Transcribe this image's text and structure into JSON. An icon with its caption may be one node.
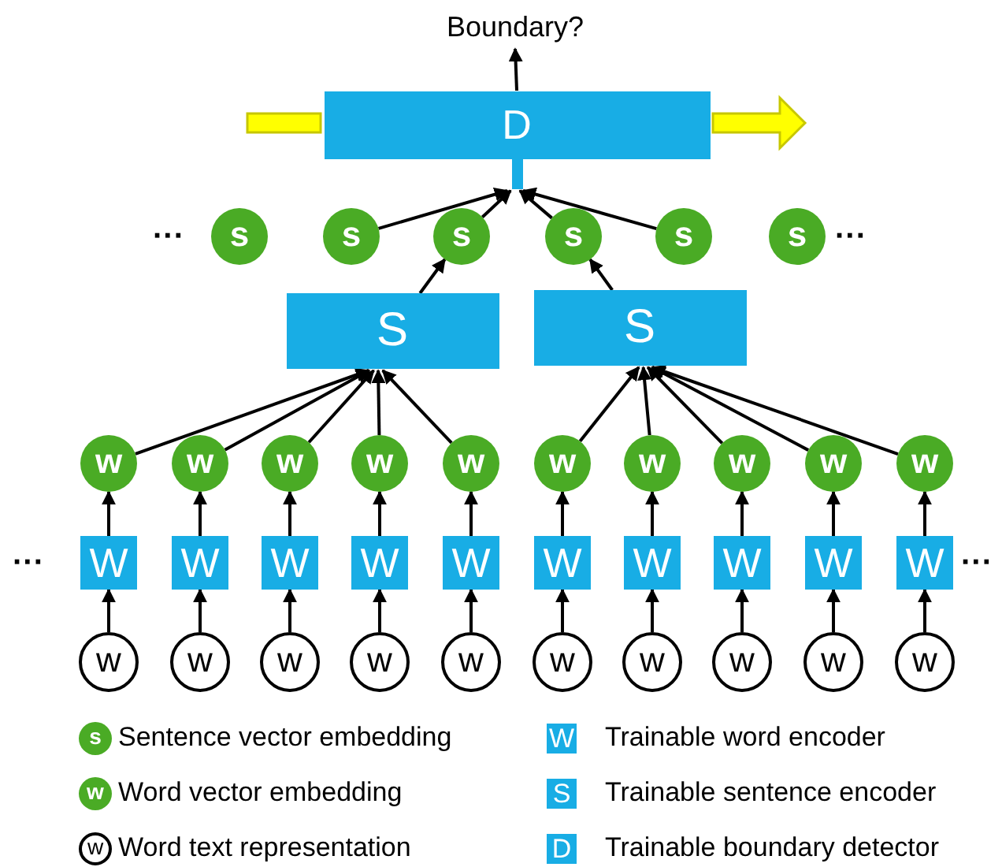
{
  "diagram": {
    "nodes": [
      {
        "text": [
          "Boundary?"
        ]
      },
      {
        "text": [
          "D"
        ]
      },
      {
        "text": [
          "s"
        ]
      },
      {
        "text": [
          "s"
        ]
      },
      {
        "text": [
          "s"
        ]
      },
      {
        "text": [
          "s"
        ]
      },
      {
        "text": [
          "s"
        ]
      },
      {
        "text": [
          "s"
        ]
      },
      {
        "text": [
          "S"
        ]
      },
      {
        "text": [
          "S"
        ]
      },
      {
        "text": [
          "w"
        ]
      },
      {
        "text": [
          "w"
        ]
      },
      {
        "text": [
          "w"
        ]
      },
      {
        "text": [
          "w"
        ]
      },
      {
        "text": [
          "w"
        ]
      },
      {
        "text": [
          "w"
        ]
      },
      {
        "text": [
          "w"
        ]
      },
      {
        "text": [
          "w"
        ]
      },
      {
        "text": [
          "w"
        ]
      },
      {
        "text": [
          "w"
        ]
      },
      {
        "text": [
          "W"
        ]
      },
      {
        "text": [
          "W"
        ]
      },
      {
        "text": [
          "W"
        ]
      },
      {
        "text": [
          "W"
        ]
      },
      {
        "text": [
          "W"
        ]
      },
      {
        "text": [
          "W"
        ]
      },
      {
        "text": [
          "W"
        ]
      },
      {
        "text": [
          "W"
        ]
      },
      {
        "text": [
          "W"
        ]
      },
      {
        "text": [
          "W"
        ]
      },
      {
        "text": [
          "w"
        ]
      },
      {
        "text": [
          "w"
        ]
      },
      {
        "text": [
          "w"
        ]
      },
      {
        "text": [
          "w"
        ]
      },
      {
        "text": [
          "w"
        ]
      },
      {
        "text": [
          "w"
        ]
      },
      {
        "text": [
          "w"
        ]
      },
      {
        "text": [
          "w"
        ]
      },
      {
        "text": [
          "w"
        ]
      },
      {
        "text": [
          "w"
        ]
      }
    ],
    "edges": [
      {
        "from": 1,
        "to": 0,
        "arrow": "to"
      },
      {
        "from": null,
        "to": 1,
        "arrow": "none",
        "style": "thick",
        "color": "#ffff00"
      },
      {
        "from": 1,
        "to": null,
        "arrow": "to",
        "style": "thick",
        "color": "#ffff00"
      },
      {
        "from": 3,
        "to": 1,
        "arrow": "to"
      },
      {
        "from": 4,
        "to": 1,
        "arrow": "to"
      },
      {
        "from": 5,
        "to": 1,
        "arrow": "to"
      },
      {
        "from": 6,
        "to": 1,
        "arrow": "to"
      },
      {
        "from": 8,
        "to": 4,
        "arrow": "to"
      },
      {
        "from": 9,
        "to": 5,
        "arrow": "to"
      },
      {
        "from": 10,
        "to": 8,
        "arrow": "to"
      },
      {
        "from": 11,
        "to": 8,
        "arrow": "to"
      },
      {
        "from": 12,
        "to": 8,
        "arrow": "to"
      },
      {
        "from": 13,
        "to": 8,
        "arrow": "to"
      },
      {
        "from": 14,
        "to": 8,
        "arrow": "to"
      },
      {
        "from": 15,
        "to": 9,
        "arrow": "to"
      },
      {
        "from": 16,
        "to": 9,
        "arrow": "to"
      },
      {
        "from": 17,
        "to": 9,
        "arrow": "to"
      },
      {
        "from": 18,
        "to": 9,
        "arrow": "to"
      },
      {
        "from": 19,
        "to": 9,
        "arrow": "to"
      },
      {
        "from": 20,
        "to": 10,
        "arrow": "to"
      },
      {
        "from": 21,
        "to": 11,
        "arrow": "to"
      },
      {
        "from": 22,
        "to": 12,
        "arrow": "to"
      },
      {
        "from": 23,
        "to": 13,
        "arrow": "to"
      },
      {
        "from": 24,
        "to": 14,
        "arrow": "to"
      },
      {
        "from": 25,
        "to": 15,
        "arrow": "to"
      },
      {
        "from": 26,
        "to": 16,
        "arrow": "to"
      },
      {
        "from": 27,
        "to": 17,
        "arrow": "to"
      },
      {
        "from": 28,
        "to": 18,
        "arrow": "to"
      },
      {
        "from": 29,
        "to": 19,
        "arrow": "to"
      },
      {
        "from": 30,
        "to": 20,
        "arrow": "to"
      },
      {
        "from": 31,
        "to": 21,
        "arrow": "to"
      },
      {
        "from": 32,
        "to": 22,
        "arrow": "to"
      },
      {
        "from": 33,
        "to": 23,
        "arrow": "to"
      },
      {
        "from": 34,
        "to": 24,
        "arrow": "to"
      },
      {
        "from": 35,
        "to": 25,
        "arrow": "to"
      },
      {
        "from": 36,
        "to": 26,
        "arrow": "to"
      },
      {
        "from": 37,
        "to": 27,
        "arrow": "to"
      },
      {
        "from": 38,
        "to": 28,
        "arrow": "to"
      },
      {
        "from": 39,
        "to": 29,
        "arrow": "to"
      }
    ],
    "labels": [
      "···",
      "···",
      "···",
      "···",
      "s",
      "W",
      "w",
      "S",
      "w",
      "D"
    ],
    "legend": [
      {
        "text": "Sentence vector embedding"
      },
      {
        "text": "Trainable word encoder"
      },
      {
        "text": "Word vector embedding"
      },
      {
        "text": "Trainable sentence encoder"
      },
      {
        "text": "Word text representation"
      },
      {
        "text": "Trainable boundary detector"
      }
    ]
  }
}
